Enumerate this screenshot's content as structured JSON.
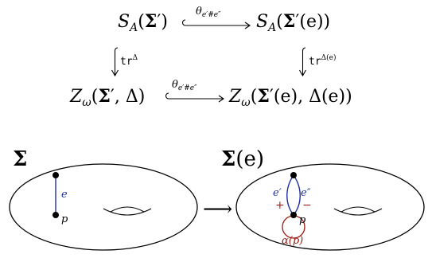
{
  "diagram": {
    "nodes": {
      "top_left": {
        "letter": "S",
        "sub": "A",
        "open": "(",
        "arg": "Σ",
        "prime": "′",
        "close": ")"
      },
      "top_right": {
        "letter": "S",
        "sub": "A",
        "open": "(",
        "arg": "Σ",
        "prime": "′",
        "arg2": "(e)",
        "close": ")"
      },
      "bottom_left": {
        "letter": "Z",
        "sub": "ω",
        "open": "(",
        "arg": "Σ",
        "prime": "′",
        "sep": ", ",
        "delta": "Δ",
        "close": ")"
      },
      "bottom_right": {
        "letter": "Z",
        "sub": "ω",
        "open": "(",
        "arg": "Σ",
        "prime": "′",
        "arg2": "(e)",
        "sep": ", ",
        "delta": "Δ",
        "arg3": "(e)",
        "close": ")"
      }
    },
    "arrows": {
      "top": {
        "label": "θ",
        "sub": "e′#e″"
      },
      "bottom": {
        "label": "θ",
        "sub": "e′#e″"
      },
      "left": {
        "label": "tr",
        "sup": "Δ"
      },
      "right": {
        "label": "tr",
        "sup": "Δ(e)"
      }
    }
  },
  "surfaces": {
    "left": {
      "title": "Σ",
      "edge_label": "e",
      "point_label": "p"
    },
    "right": {
      "title": "Σ",
      "title_suffix": "(e)",
      "edge_left_label": "e′",
      "edge_right_label": "e″",
      "plus": "+",
      "minus": "−",
      "point_label": "p",
      "loop_label": "α(p)"
    },
    "arrow": "⟶"
  },
  "colors": {
    "edge": "#1f2f9c",
    "loop": "#9a1a12",
    "ink": "#000000"
  }
}
